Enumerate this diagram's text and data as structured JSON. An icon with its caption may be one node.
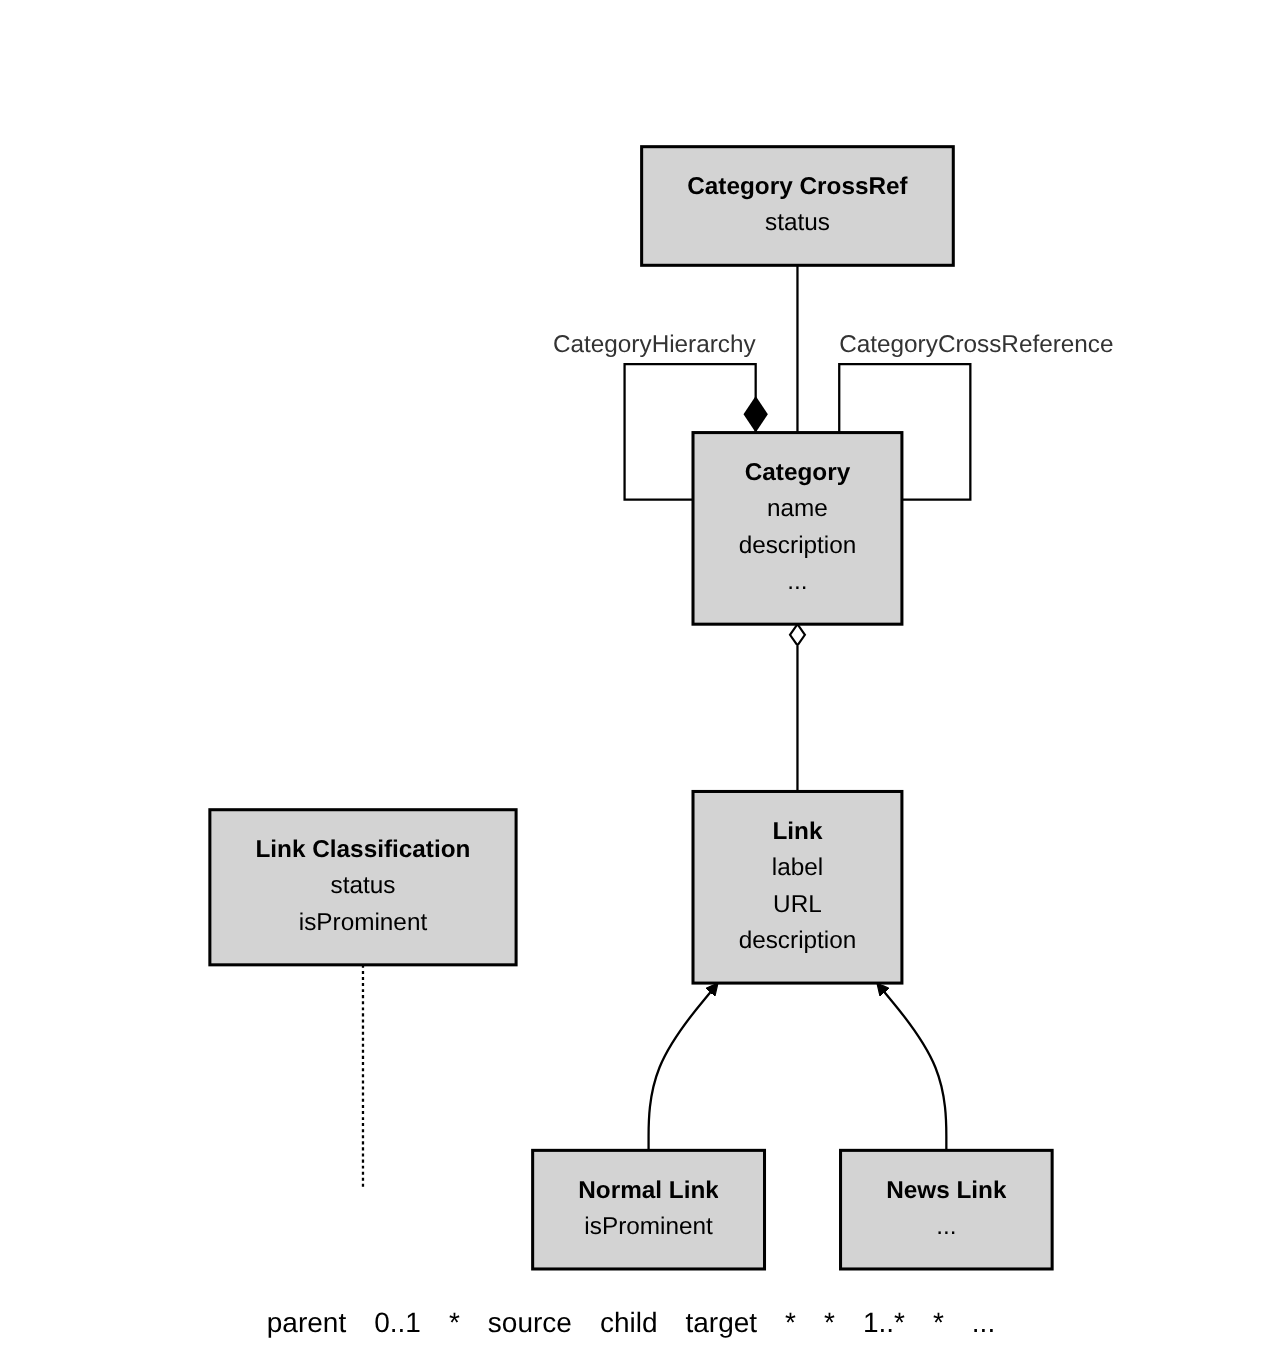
{
  "diagram": {
    "nodes": [
      {
        "text": [
          "Category",
          "name",
          "description",
          "..."
        ]
      },
      {
        "text": [
          "Category CrossRef",
          "status"
        ]
      },
      {
        "text": [
          "Link Classification",
          "status",
          "isProminent"
        ]
      },
      {
        "text": [
          "Link",
          "label",
          "URL",
          "description"
        ]
      },
      {
        "text": [
          "Normal Link",
          "isProminent"
        ]
      },
      {
        "text": [
          "News Link",
          "..."
        ]
      }
    ],
    "edges": [
      {
        "from": 0,
        "to": 0,
        "arrow": "other",
        "label": "CategoryHierarchy"
      },
      {
        "from": 0,
        "to": 0,
        "arrow": "none",
        "label": "CategoryCrossReference"
      },
      {
        "from": 0,
        "to": 1,
        "arrow": "none"
      },
      {
        "from": 3,
        "to": 0,
        "arrow": "other"
      },
      {
        "from": null,
        "to": 2,
        "arrow": "none",
        "style": "dashed"
      },
      {
        "from": 4,
        "to": 3,
        "arrow": "to"
      },
      {
        "from": 5,
        "to": 3,
        "arrow": "to"
      }
    ],
    "labels": [
      "parent",
      "0..1",
      "*",
      "source",
      "child",
      "target",
      "*",
      "*",
      "1..*",
      "*",
      "..."
    ]
  }
}
